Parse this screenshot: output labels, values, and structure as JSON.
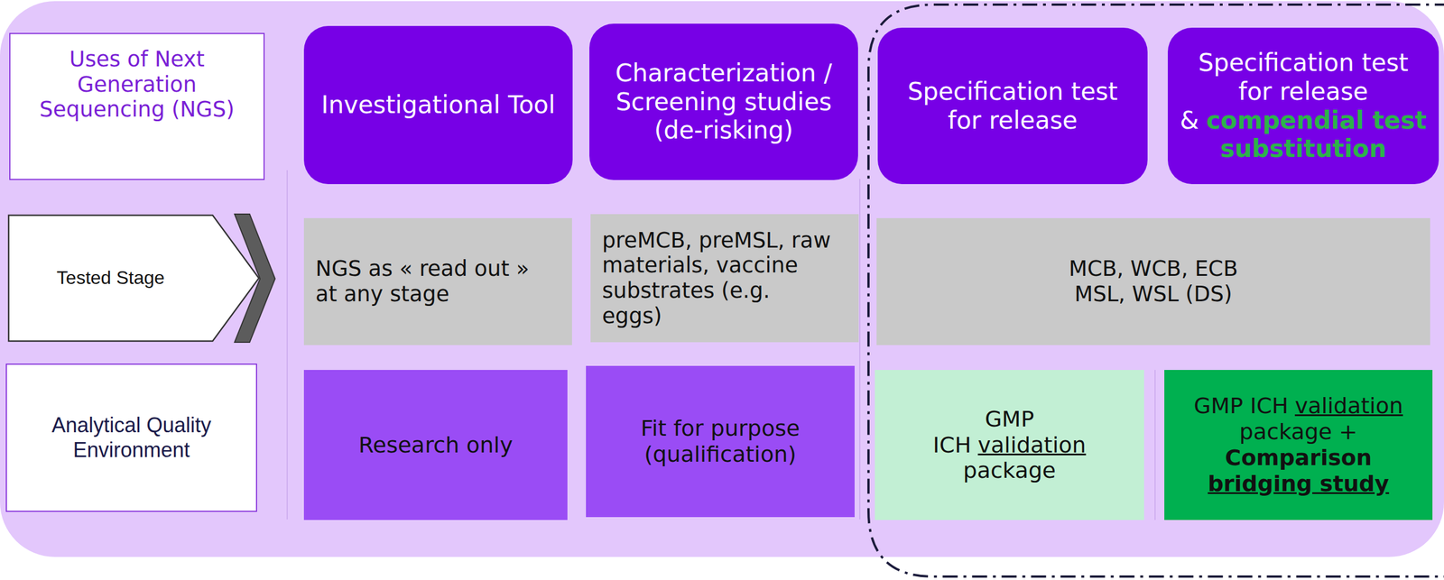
{
  "diagram": {
    "nodes": [
      {
        "text": [
          "Uses of Next Generation Sequencing (NGS)"
        ]
      },
      {
        "text": [
          "Tested Stage"
        ]
      },
      {
        "text": [
          "Analytical Quality Environment"
        ]
      },
      {
        "text": [
          "Investigational Tool"
        ]
      },
      {
        "text": [
          "Characterization / Screening studies (de-risking)"
        ]
      },
      {
        "text": [
          "Specification test for release"
        ]
      },
      {
        "text": [
          "Specification test for release",
          "&",
          "compendial test substitution"
        ]
      },
      {
        "text": [
          "NGS as « read out » at any stage"
        ]
      },
      {
        "text": [
          "preMCB, preMSL, raw materials, vaccine substrates (e.g. eggs)"
        ]
      },
      {
        "text": [
          "MCB, WCB, ECB MSL, WSL (DS)"
        ]
      },
      {
        "text": [
          "Research only"
        ]
      },
      {
        "text": [
          "Fit for purpose (qualification)"
        ]
      },
      {
        "text": [
          "GMP",
          "ICH",
          "validation",
          "package"
        ]
      },
      {
        "text": [
          "GMP ICH",
          "validation",
          "package +",
          "Comparison",
          "bridging study"
        ]
      }
    ]
  }
}
